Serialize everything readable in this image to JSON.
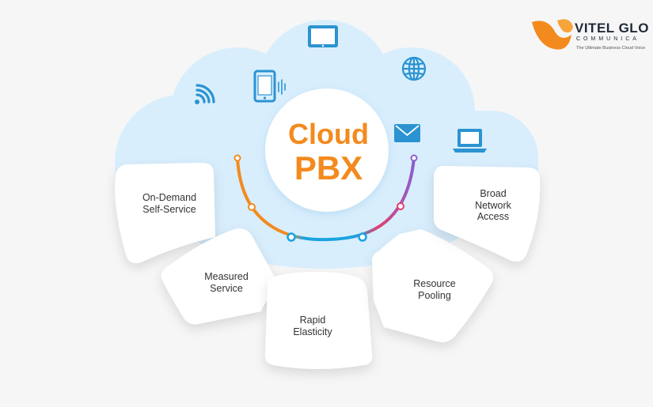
{
  "logo": {
    "brand_line1": "VITEL GLO",
    "brand_line2": "COMMUNICA",
    "tagline": "The Ultimate Business Cloud Voice"
  },
  "center": {
    "word1": "Cloud",
    "word2": "PBX"
  },
  "characteristics": [
    {
      "lines": [
        "On-Demand",
        "Self-Service"
      ]
    },
    {
      "lines": [
        "Measured",
        "Service"
      ]
    },
    {
      "lines": [
        "Rapid",
        "Elasticity"
      ]
    },
    {
      "lines": [
        "Resource",
        "Pooling"
      ]
    },
    {
      "lines": [
        "Broad",
        "Network",
        "Access"
      ]
    }
  ],
  "icons": [
    "wifi-icon",
    "smartphone-icon",
    "tablet-icon",
    "globe-icon",
    "envelope-icon",
    "laptop-icon"
  ],
  "colors": {
    "cloud": "#d8eefd",
    "icon_blue": "#2b93d1",
    "accent_orange": "#f38a1e",
    "arc_blue": "#1aa3e0",
    "arc_pink": "#e83e6c",
    "arc_purple": "#8a5fd0",
    "text": "#333333"
  }
}
